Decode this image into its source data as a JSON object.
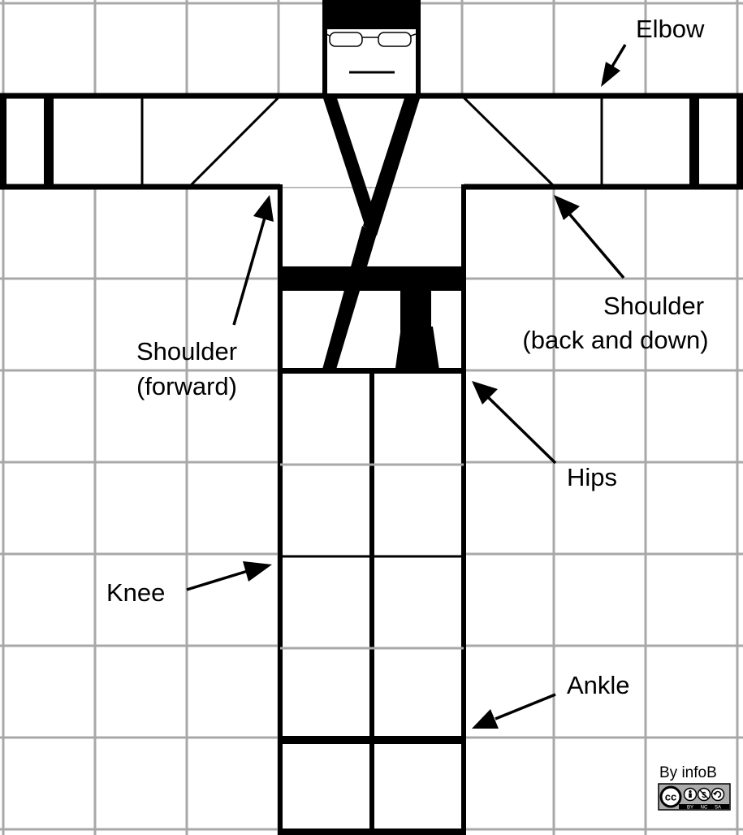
{
  "labels": {
    "elbow": "Elbow",
    "shoulder_back_line1": "Shoulder",
    "shoulder_back_line2": "(back and down)",
    "shoulder_forward_line1": "Shoulder",
    "shoulder_forward_line2": "(forward)",
    "hips": "Hips",
    "knee": "Knee",
    "ankle": "Ankle"
  },
  "credit": {
    "text": "By infoB",
    "license_symbols": [
      "cc",
      "by",
      "nc",
      "sa"
    ],
    "license_captions": [
      "BY",
      "NC",
      "SA"
    ]
  },
  "colors": {
    "grid": "#a8a8a8",
    "figure": "#000000",
    "background": "#ffffff"
  }
}
